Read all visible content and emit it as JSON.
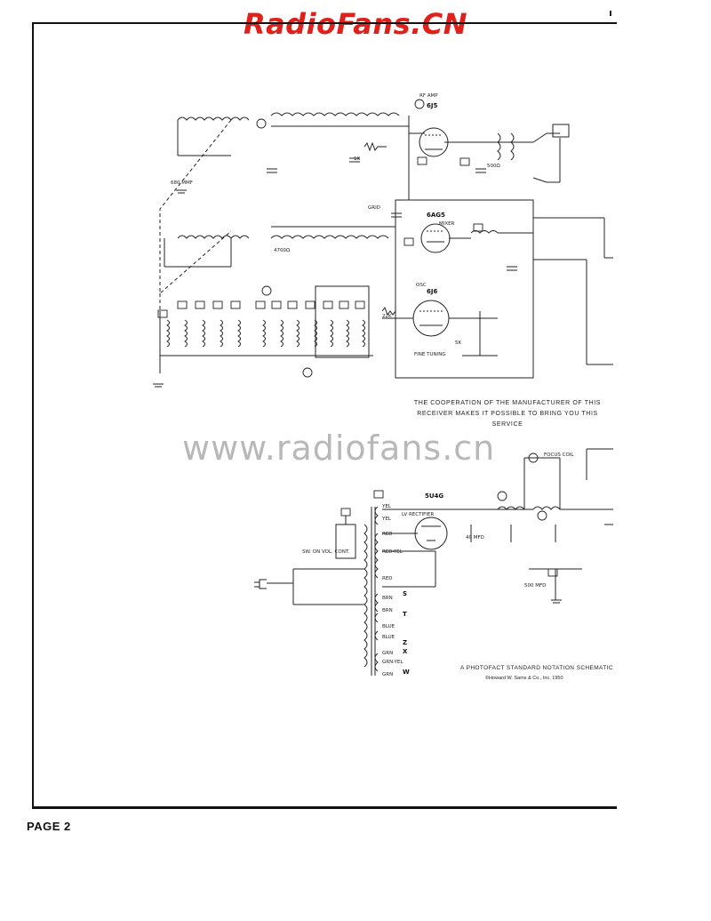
{
  "header": {
    "brand": "RadioFans.CN"
  },
  "watermark": "www.radiofans.cn",
  "notice": {
    "line1": "THE COOPERATION OF THE MANUFACTURER OF THIS",
    "line2": "RECEIVER MAKES IT POSSIBLE TO BRING YOU THIS SERVICE"
  },
  "footer": {
    "standard_notation": "A PHOTOFACT STANDARD NOTATION SCHEMATIC",
    "copyright": "©Howard W. Sams & Co., Inc. 1950",
    "page_label": "PAGE 2"
  },
  "schematic": {
    "tubes": {
      "rf_amp_label": "RF AMP",
      "rf_amp_type": "6J5",
      "mixer_type": "6AG5",
      "mixer_label": "MIXER",
      "osc_label": "OSC",
      "osc_type": "6J6",
      "lv_rectifier_label": "LV RECTIFIER",
      "lv_rectifier_type": "5U4G"
    },
    "labels": {
      "grid_label": "GRID",
      "fine_tuning": "FINE TUNING",
      "focus_coil": "FOCUS COIL",
      "sw_on_vol_cont": "SW. ON VOL. CONT.",
      "r_4700": "4700Ω",
      "r_1k": "1K",
      "r_22k": "22K",
      "r_500": "500Ω",
      "r_5k": "5K",
      "c_680": "680 MMF",
      "c_40_mfd": "40 MFD",
      "c_500_mfd": "500 MFD"
    },
    "wire_colors": [
      "YEL",
      "YEL",
      "RED",
      "RED-YEL",
      "RED",
      "BRN",
      "BRN",
      "BLUE",
      "BLUE",
      "GRN",
      "GRN-YEL",
      "GRN"
    ],
    "terminal_letters": [
      "S",
      "T",
      "Z",
      "X",
      "W"
    ]
  }
}
